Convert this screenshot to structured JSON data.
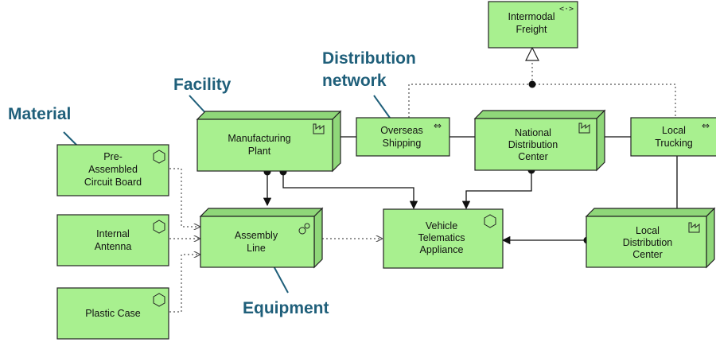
{
  "callouts": {
    "material": "Material",
    "facility": "Facility",
    "distribution_1": "Distribution",
    "distribution_2": "network",
    "equipment": "Equipment"
  },
  "nodes": {
    "pre_assembled": [
      "Pre-",
      "Assembled",
      "Circuit Board"
    ],
    "internal_antenna": [
      "Internal",
      "Antenna"
    ],
    "plastic_case": [
      "Plastic Case"
    ],
    "manufacturing_plant": [
      "Manufacturing",
      "Plant"
    ],
    "assembly_line": [
      "Assembly",
      "Line"
    ],
    "overseas_shipping": [
      "Overseas",
      "Shipping"
    ],
    "national_distribution": [
      "National",
      "Distribution",
      "Center"
    ],
    "local_trucking": [
      "Local",
      "Trucking"
    ],
    "intermodal_freight": [
      "Intermodal",
      "Freight"
    ],
    "vehicle_telematics": [
      "Vehicle",
      "Telematics",
      "Appliance"
    ],
    "local_distribution": [
      "Local",
      "Distribution",
      "Center"
    ]
  },
  "icons": {
    "material": "hexagon-icon",
    "facility": "factory-icon",
    "distribution": "double-arrow-icon",
    "equipment": "gears-icon",
    "interface": "code-brackets-icon"
  },
  "colors": {
    "node_fill": "#a8f08f",
    "node_shade": "#8fd779",
    "callout": "#1f5f7a"
  }
}
